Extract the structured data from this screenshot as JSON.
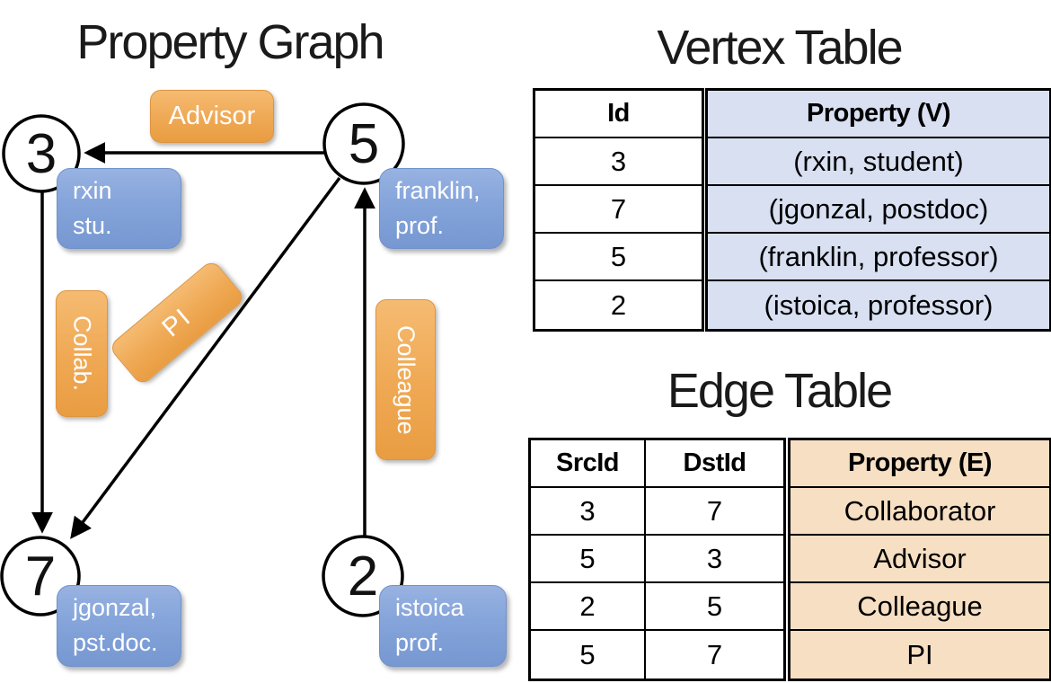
{
  "graph": {
    "title": "Property Graph",
    "vertices": [
      {
        "id": "3",
        "prop_line1": "rxin",
        "prop_line2": "stu."
      },
      {
        "id": "5",
        "prop_line1": "franklin,",
        "prop_line2": "prof."
      },
      {
        "id": "7",
        "prop_line1": "jgonzal,",
        "prop_line2": "pst.doc."
      },
      {
        "id": "2",
        "prop_line1": "istoica",
        "prop_line2": "prof."
      }
    ],
    "edges": [
      {
        "src": "5",
        "dst": "3",
        "label": "Advisor"
      },
      {
        "src": "3",
        "dst": "7",
        "label": "Collab."
      },
      {
        "src": "5",
        "dst": "7",
        "label": "PI"
      },
      {
        "src": "2",
        "dst": "5",
        "label": "Colleague"
      }
    ]
  },
  "vertex_table": {
    "title": "Vertex Table",
    "columns": [
      "Id",
      "Property (V)"
    ],
    "rows": [
      [
        "3",
        "(rxin, student)"
      ],
      [
        "7",
        "(jgonzal, postdoc)"
      ],
      [
        "5",
        "(franklin, professor)"
      ],
      [
        "2",
        "(istoica, professor)"
      ]
    ]
  },
  "edge_table": {
    "title": "Edge Table",
    "columns": [
      "SrcId",
      "DstId",
      "Property (E)"
    ],
    "rows": [
      [
        "3",
        "7",
        "Collaborator"
      ],
      [
        "5",
        "3",
        "Advisor"
      ],
      [
        "2",
        "5",
        "Colleague"
      ],
      [
        "5",
        "7",
        "PI"
      ]
    ]
  },
  "colors": {
    "edge_label_orange": "#EFA853",
    "vertex_property_blue": "#84A4DA",
    "vertex_table_cell": "#D8E0F2",
    "edge_table_cell": "#F7DFC3",
    "line_black": "#000000"
  }
}
